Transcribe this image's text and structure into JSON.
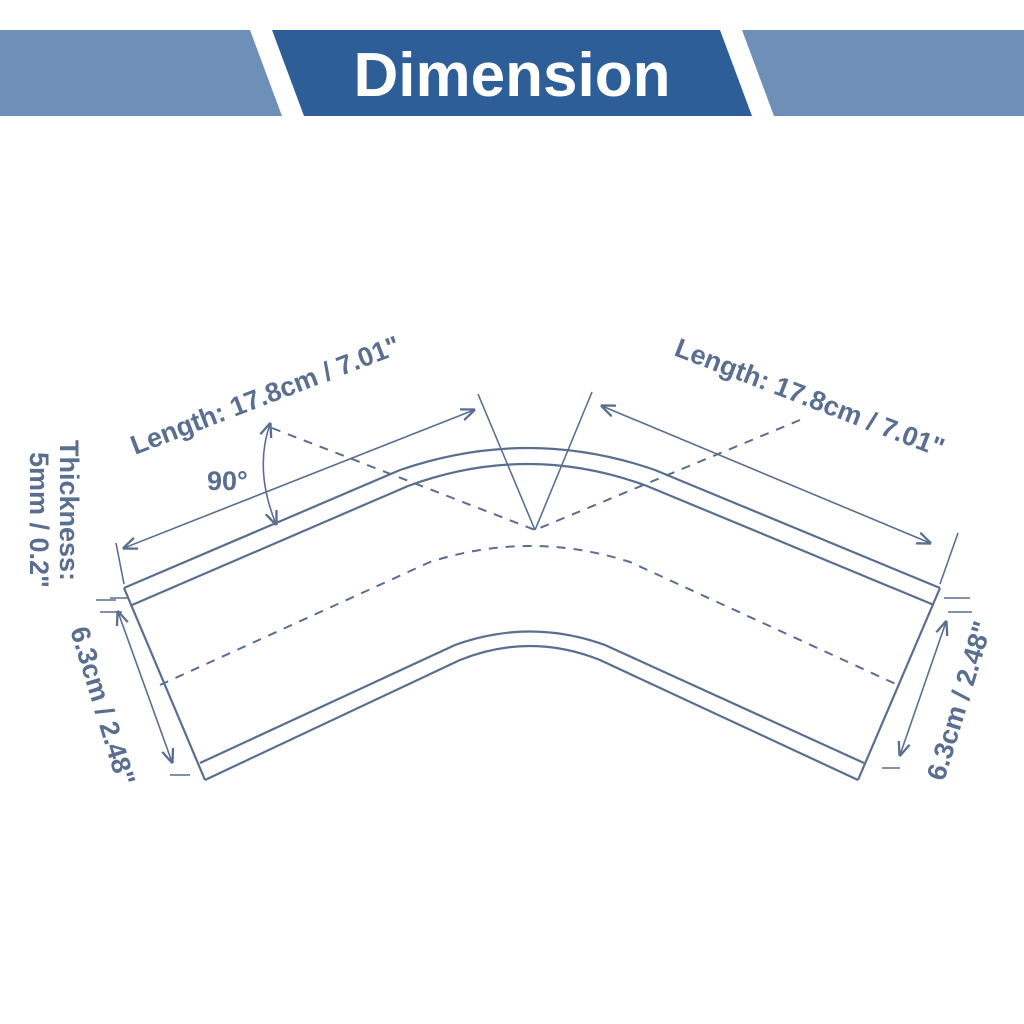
{
  "header": {
    "title": "Dimension",
    "colors": {
      "band": "#6e8fb8",
      "title_bg": "#2e5e98",
      "line": "#5a6f90"
    }
  },
  "dimensions": {
    "length_left": "Length: 17.8cm / 7.01\"",
    "length_right": "Length: 17.8cm / 7.01\"",
    "angle": "90°",
    "thickness_line1": "Thickness:",
    "thickness_line2": "5mm / 0.2\"",
    "diameter_left": "6.3cm / 2.48\"",
    "diameter_right": "6.3cm / 2.48\""
  }
}
